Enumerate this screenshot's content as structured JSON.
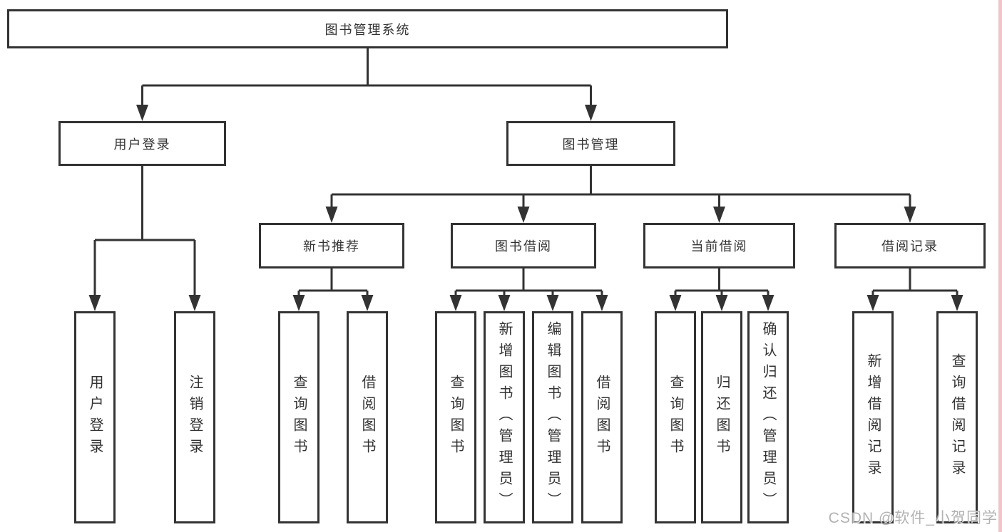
{
  "tree": {
    "root": {
      "label": "图书管理系统"
    },
    "branches": [
      {
        "label": "用户登录",
        "leaves": [
          {
            "label": "用户登录"
          },
          {
            "label": "注销登录"
          }
        ]
      },
      {
        "label": "图书管理",
        "groups": [
          {
            "label": "新书推荐",
            "leaves": [
              {
                "label": "查询图书"
              },
              {
                "label": "借阅图书"
              }
            ]
          },
          {
            "label": "图书借阅",
            "leaves": [
              {
                "label": "查询图书"
              },
              {
                "label": "新增图书（管理员）"
              },
              {
                "label": "编辑图书（管理员）"
              },
              {
                "label": "借阅图书"
              }
            ]
          },
          {
            "label": "当前借阅",
            "leaves": [
              {
                "label": "查询图书"
              },
              {
                "label": "归还图书"
              },
              {
                "label": "确认归还（管理员）"
              }
            ]
          },
          {
            "label": "借阅记录",
            "leaves": [
              {
                "label": "新增借阅记录"
              },
              {
                "label": "查询借阅记录"
              }
            ]
          }
        ]
      }
    ]
  },
  "watermark": "CSDN @软件_小贺同学",
  "colors": {
    "line": "#333333",
    "box_border": "#333333",
    "background": "#ffffff",
    "watermark_gray": "#a5a5a5",
    "edge_strip_pink": "#f3c3c8"
  }
}
